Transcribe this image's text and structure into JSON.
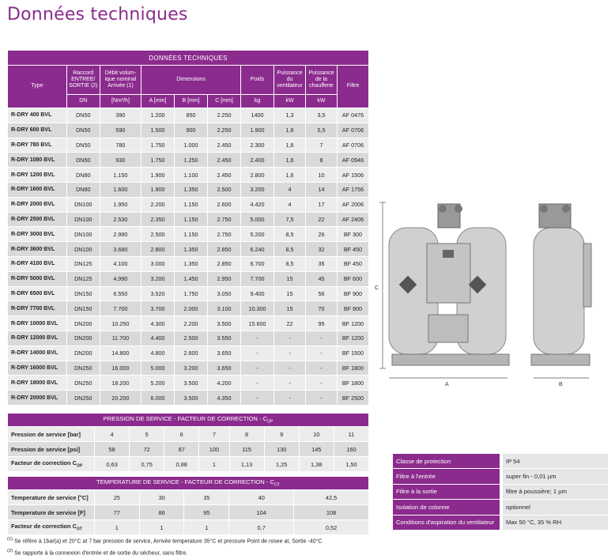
{
  "page_title": "Données techniques",
  "tech_table": {
    "caption": "DONNÉES TECHNIQUES",
    "headers": {
      "type": "Type",
      "connection": "Raccord ENTREE/ SORTIE (2)",
      "flow": "Débit volum-ique nominal Arrivée (1)",
      "dimensions": "Dimensions",
      "weight": "Poids",
      "fan_power": "Puissance du ventilateur",
      "heater_power": "Puissance de la chaufferie",
      "filter": "Filtre"
    },
    "units": [
      "DN",
      "[Nm³/h]",
      "A [mm]",
      "B [mm]",
      "C [mm]",
      "kg",
      "kW",
      "kW"
    ],
    "rows": [
      [
        "R-DRY 400 BVL",
        "DN50",
        "390",
        "1.200",
        "850",
        "2.250",
        "1400",
        "1,3",
        "3,5",
        "AF 0476"
      ],
      [
        "R-DRY 600 BVL",
        "DN50",
        "590",
        "1.500",
        "900",
        "2.250",
        "1.900",
        "1,6",
        "5,5",
        "AF 0706"
      ],
      [
        "R-DRY 780 BVL",
        "DN50",
        "780",
        "1.750",
        "1.000",
        "2.450",
        "2.300",
        "1,6",
        "7",
        "AF 0706"
      ],
      [
        "R-DRY 1080 BVL",
        "DN50",
        "930",
        "1.750",
        "1.250",
        "2.450",
        "2.400",
        "1,6",
        "8",
        "AF 0946"
      ],
      [
        "R-DRY 1200 BVL",
        "DN80",
        "1.150",
        "1.900",
        "1.100",
        "2.450",
        "2.800",
        "1,6",
        "10",
        "AF 1506"
      ],
      [
        "R-DRY 1600 BVL",
        "DN80",
        "1.600",
        "1.900",
        "1.350",
        "2.500",
        "3.200",
        "4",
        "14",
        "AF 1756"
      ],
      [
        "R-DRY 2000 BVL",
        "DN100",
        "1.950",
        "2.200",
        "1.150",
        "2.600",
        "4.420",
        "4",
        "17",
        "AF 2006"
      ],
      [
        "R-DRY 2500 BVL",
        "DN100",
        "2.530",
        "2.350",
        "1.150",
        "2.750",
        "5.000",
        "7,5",
        "22",
        "AF 2406"
      ],
      [
        "R-DRY 3000 BVL",
        "DN100",
        "2.990",
        "2.500",
        "1.150",
        "2.750",
        "5.200",
        "8,5",
        "26",
        "BF 300"
      ],
      [
        "R-DRY 3600 BVL",
        "DN100",
        "3.680",
        "2.800",
        "1.350",
        "2.850",
        "6.240",
        "8,5",
        "32",
        "BF 450"
      ],
      [
        "R-DRY 4100 BVL",
        "DN125",
        "4.100",
        "3.000",
        "1.350",
        "2.850",
        "6.700",
        "8,5",
        "35",
        "BF 450"
      ],
      [
        "R-DRY 5000 BVL",
        "DN125",
        "4.990",
        "3.200",
        "1.450",
        "2.950",
        "7.700",
        "15",
        "45",
        "BF 600"
      ],
      [
        "R-DRY 6500 BVL",
        "DN150",
        "6.550",
        "3.520",
        "1.750",
        "3.050",
        "9.400",
        "15",
        "56",
        "BF 900"
      ],
      [
        "R-DRY 7700 BVL",
        "DN150",
        "7.700",
        "3.700",
        "2.000",
        "3.100",
        "10.300",
        "15",
        "70",
        "BF 900"
      ],
      [
        "R-DRY 10000 BVL",
        "DN200",
        "10.250",
        "4.300",
        "2.200",
        "3.500",
        "15.600",
        "22",
        "95",
        "BF 1200"
      ],
      [
        "R-DRY 12000 BVL",
        "DN200",
        "11.700",
        "4.400",
        "2.500",
        "3.550",
        "-",
        "-",
        "-",
        "BF 1200"
      ],
      [
        "R-DRY 14000 BVL",
        "DN200",
        "14.800",
        "4.800",
        "2.600",
        "3.650",
        "-",
        "-",
        "-",
        "BF 1500"
      ],
      [
        "R-DRY 16000 BVL",
        "DN250",
        "16.000",
        "5.000",
        "3.200",
        "3.650",
        "-",
        "-",
        "-",
        "BF 1800"
      ],
      [
        "R-DRY 18000 BVL",
        "DN250",
        "18.200",
        "5.200",
        "3.500",
        "4.200",
        "-",
        "-",
        "-",
        "BF 1800"
      ],
      [
        "R-DRY 20000 BVL",
        "DN250",
        "20.200",
        "6.000",
        "3.500",
        "4.350",
        "-",
        "-",
        "-",
        "BF 2500"
      ]
    ]
  },
  "pressure_table": {
    "caption": "PRESSION DE SERVICE - FACTEUR DE CORRECTION - C",
    "caption_sub": "OP",
    "rows": [
      {
        "label": "Pression de service [bar]",
        "values": [
          "4",
          "5",
          "6",
          "7",
          "8",
          "9",
          "10",
          "11"
        ]
      },
      {
        "label": "Pression de service [psi]",
        "values": [
          "58",
          "72",
          "87",
          "100",
          "115",
          "130",
          "145",
          "160"
        ]
      },
      {
        "label": "Facteur de correction C",
        "label_sub": "OP",
        "values": [
          "0,63",
          "0,75",
          "0,88",
          "1",
          "1,13",
          "1,25",
          "1,38",
          "1,50"
        ]
      }
    ]
  },
  "temperature_table": {
    "caption": "TEMPERATURE DE SERVICE - FACTEUR DE CORRECTION - C",
    "caption_sub": "OT",
    "rows": [
      {
        "label": "Temperature de service [°C]",
        "values": [
          "25",
          "30",
          "35",
          "40",
          "42,5"
        ]
      },
      {
        "label": "Temperature de service [F]",
        "values": [
          "77",
          "86",
          "95",
          "104",
          "108"
        ]
      },
      {
        "label": "Facteur de correction C",
        "label_sub": "OT",
        "values": [
          "1",
          "1",
          "1",
          "0,7",
          "0,52"
        ]
      }
    ]
  },
  "notes": [
    {
      "mark": "(1)",
      "text": "Se réfère à 1bar(a) et 20°C at 7 bar pression de service, Arrivée temperature 35°C et pressure Point de rosee at, Sortie -40°C"
    },
    {
      "mark": "(2)",
      "text": "Se rapporte à la connexion d'entrée et de sortie du sécheur, sans filtre."
    }
  ],
  "spec_table": [
    {
      "key": "Classe de protection",
      "value": "IP 54"
    },
    {
      "key": "Filtre à l'entrée",
      "value": "super fin - 0,01 µm"
    },
    {
      "key": "Filtre à la sortie",
      "value": "filtre à poussière; 1 µm"
    },
    {
      "key": "Isolation de colonne",
      "value": "optionnel"
    },
    {
      "key": "Conditions d'aspiration du ventilateur",
      "value": "Max 50 °C, 35 % RH"
    }
  ],
  "drawing_labels": {
    "height": "C",
    "width_front": "A",
    "width_side": "B"
  },
  "colors": {
    "brand_purple": "#8b2b8e",
    "row_light": "#ececec",
    "row_dark": "#d9d9d9"
  }
}
